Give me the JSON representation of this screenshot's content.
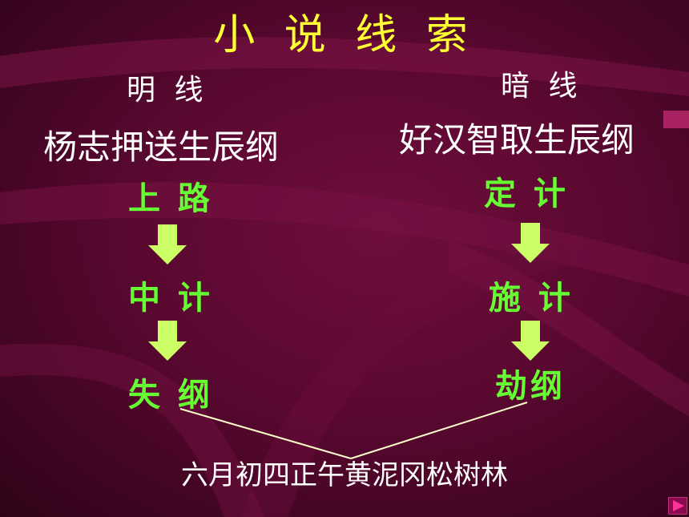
{
  "slide": {
    "title": "小 说 线 索",
    "left": {
      "heading": "明 线",
      "subtitle": "杨志押送生辰纲",
      "steps": [
        "上 路",
        "中 计",
        "失 纲"
      ]
    },
    "right": {
      "heading": "暗 线",
      "subtitle": "好汉智取生辰纲",
      "steps": [
        "定 计",
        "施 计",
        "劫纲"
      ]
    },
    "bottom": "六月初四正午黄泥冈松树林"
  },
  "colors": {
    "background": "#5a0830",
    "title": "#ffff33",
    "steps": "#66ff33",
    "arrow": "#ccff66",
    "text": "#ffffff"
  },
  "icons": {
    "arrows": "down-arrow-icon",
    "nav": "play-triangle-icon"
  }
}
